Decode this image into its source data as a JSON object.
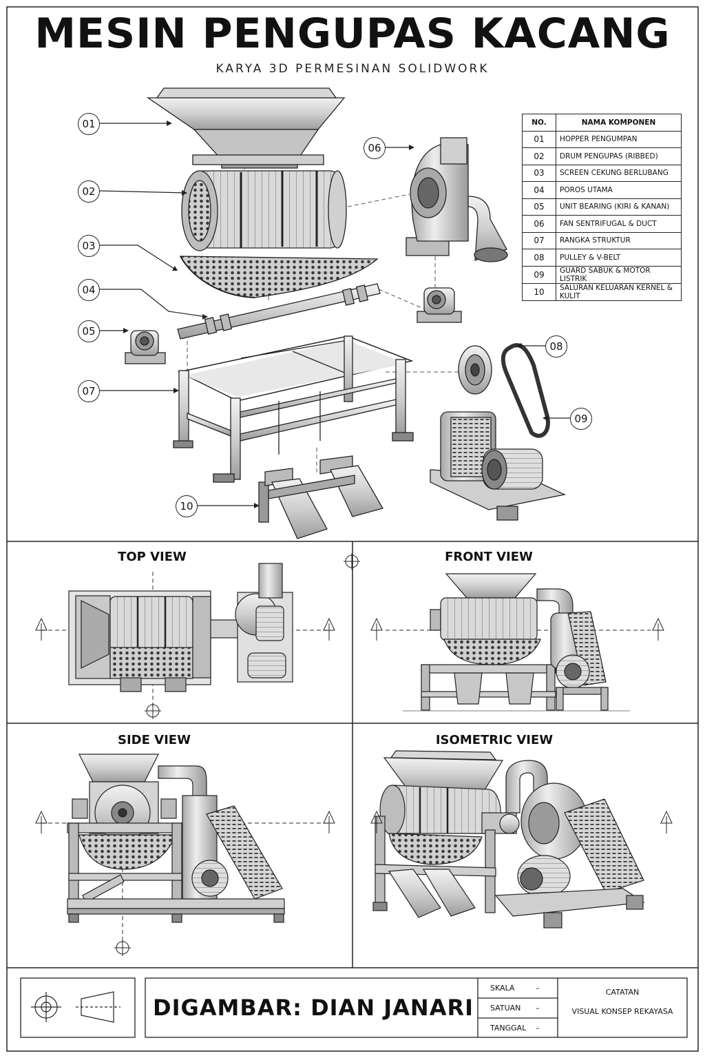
{
  "header": {
    "title": "MESIN PENGUPAS KACANG",
    "subtitle": "KARYA 3D PERMESINAN SOLIDWORK"
  },
  "callouts": [
    "01",
    "02",
    "03",
    "04",
    "05",
    "06",
    "07",
    "08",
    "09",
    "10"
  ],
  "bom": {
    "col_no": "NO.",
    "col_name": "NAMA KOMPONEN",
    "rows": [
      {
        "no": "01",
        "name": "HOPPER PENGUMPAN"
      },
      {
        "no": "02",
        "name": "DRUM PENGUPAS (RIBBED)"
      },
      {
        "no": "03",
        "name": "SCREEN CEKUNG BERLUBANG"
      },
      {
        "no": "04",
        "name": "POROS UTAMA"
      },
      {
        "no": "05",
        "name": "UNIT BEARING (KIRI & KANAN)"
      },
      {
        "no": "06",
        "name": "FAN SENTRIFUGAL & DUCT"
      },
      {
        "no": "07",
        "name": "RANGKA STRUKTUR"
      },
      {
        "no": "08",
        "name": "PULLEY & V-BELT"
      },
      {
        "no": "09",
        "name": "GUARD SABUK & MOTOR LISTRIK"
      },
      {
        "no": "10",
        "name": "SALURAN KELUARAN KERNEL & KULIT"
      }
    ]
  },
  "views": {
    "top": "TOP VIEW",
    "front": "FRONT VIEW",
    "side": "SIDE VIEW",
    "iso": "ISOMETRIC VIEW"
  },
  "title_block": {
    "drawn_by": "DIGAMBAR: DIAN JANARI",
    "scale_label": "SKALA",
    "scale_value": "–",
    "unit_label": "SATUAN",
    "unit_value": "–",
    "date_label": "TANGGAL",
    "date_value": "–",
    "notes_label": "CATATAN",
    "notes_value": "VISUAL KONSEP REKAYASA"
  },
  "colors": {
    "line": "#222222",
    "metal_light": "#e6e6e6",
    "metal_mid": "#bdbdbd",
    "metal_dark": "#8a8a8a"
  }
}
